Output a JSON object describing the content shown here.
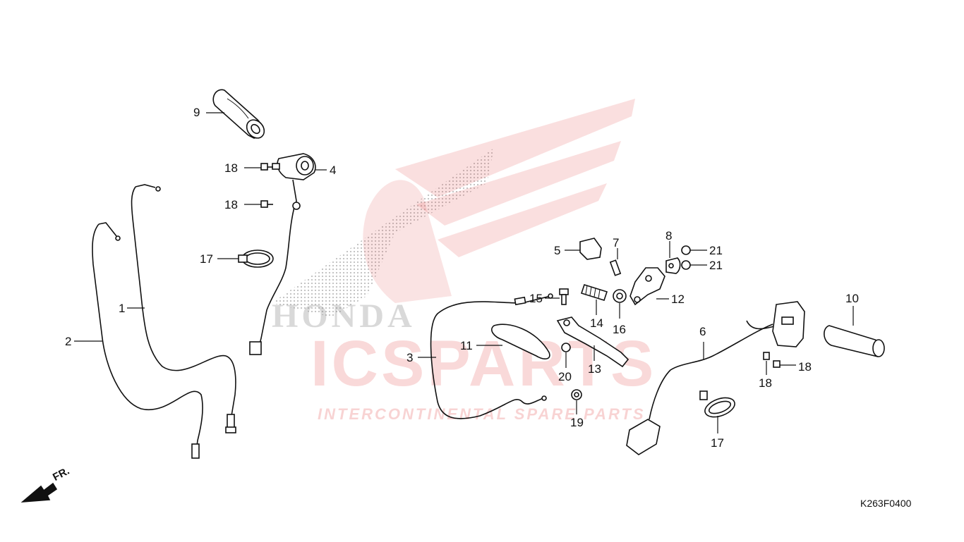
{
  "diagram": {
    "code": "K263F0400",
    "direction_label": "FR.",
    "watermark": {
      "brand": "ICSPARTS",
      "tagline": "INTERCONTINENTAL SPARE PARTS",
      "logo_text": "HONDA"
    },
    "colors": {
      "line": "#111111",
      "watermark_red": "#e05050",
      "watermark_grey": "#9a9a9a"
    },
    "callouts": {
      "c1": "1",
      "c2": "2",
      "c3": "3",
      "c4": "4",
      "c5": "5",
      "c6": "6",
      "c7": "7",
      "c8": "8",
      "c9": "9",
      "c10": "10",
      "c11": "11",
      "c12": "12",
      "c13": "13",
      "c14": "14",
      "c15": "15",
      "c16": "16",
      "c17a": "17",
      "c17b": "17",
      "c18a": "18",
      "c18b": "18",
      "c18c": "18",
      "c18d": "18",
      "c19": "19",
      "c20": "20",
      "c21a": "21",
      "c21b": "21"
    }
  }
}
